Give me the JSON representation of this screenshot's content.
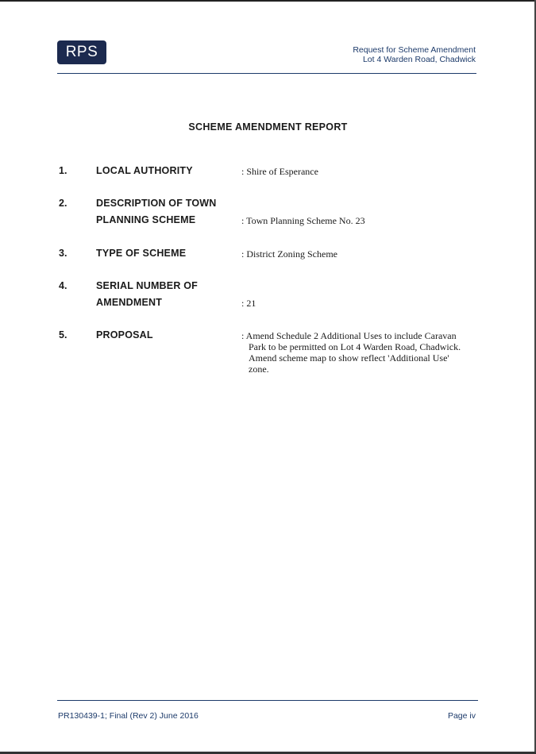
{
  "header": {
    "logo_text": "RPS",
    "title_line1": "Request for Scheme Amendment",
    "title_line2": "Lot 4 Warden Road, Chadwick"
  },
  "report": {
    "title": "SCHEME AMENDMENT REPORT",
    "items": [
      {
        "number": "1.",
        "label_line1": "LOCAL AUTHORITY",
        "value": ": Shire of Esperance"
      },
      {
        "number": "2.",
        "label_line1": "DESCRIPTION OF TOWN",
        "label_line2": "PLANNING SCHEME",
        "value": ": Town Planning Scheme No. 23"
      },
      {
        "number": "3.",
        "label_line1": "TYPE OF SCHEME",
        "value": ": District Zoning Scheme"
      },
      {
        "number": "4.",
        "label_line1": "SERIAL NUMBER OF",
        "label_line2": "AMENDMENT",
        "value": ": 21"
      },
      {
        "number": "5.",
        "label_line1": "PROPOSAL",
        "value_lines": [
          ": Amend Schedule 2 Additional Uses to include Caravan",
          "Park to be permitted on Lot 4 Warden Road, Chadwick.",
          "Amend scheme map to show reflect 'Additional Use'",
          "zone."
        ]
      }
    ]
  },
  "footer": {
    "doc_ref": "PR130439-1; Final (Rev 2) June 2016",
    "page_label": "Page iv"
  },
  "colors": {
    "brand_navy": "#1c2a4f",
    "rule_blue": "#1c3a6a"
  }
}
